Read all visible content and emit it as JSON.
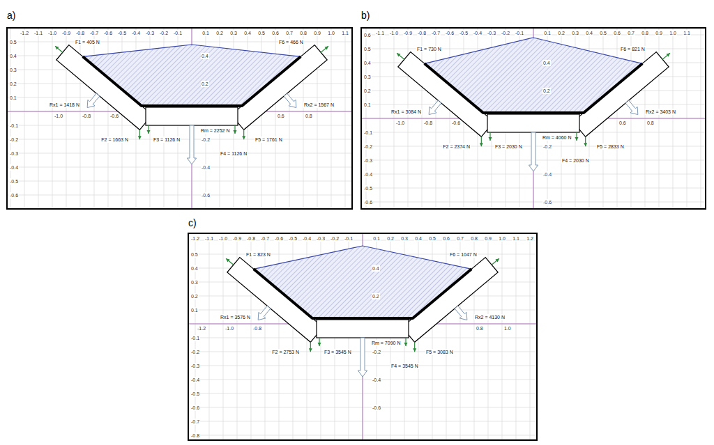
{
  "diagram": {
    "labels": [
      "a)",
      "b)",
      "c)",
      "F1 = 405 N",
      "F6 = 466 N",
      "Rx1 = 1418 N",
      "Rx2 = 1567 N",
      "F2 = 1663 N",
      "F5 = 1761 N",
      "F3 = 1126 N",
      "Rm = 2252 N",
      "F4 = 1126 N",
      "-1.2",
      "-1.1",
      "-1.0",
      "-0.9",
      "-0.8",
      "-0.7",
      "-0.6",
      "-0.5",
      "-0.4",
      "-0.3",
      "-0.2",
      "-0.1",
      "0.1",
      "0.2",
      "0.3",
      "0.4",
      "0.5",
      "0.6",
      "0.7",
      "0.8",
      "0.9",
      "1.0",
      "1.1",
      "0.5",
      "0.4",
      "0.3",
      "0.2",
      "0.1",
      "-0.1",
      "-0.2",
      "-0.3",
      "-0.4",
      "-0.5",
      "-0.6",
      "-1.0",
      "-0.8",
      "-0.6",
      "0.6",
      "0.8",
      "0.4",
      "0.2",
      "-0.2",
      "-0.4",
      "-0.6",
      "F1 = 730 N",
      "F6 = 821 N",
      "Rx1 = 3084 N",
      "Rx2 = 3403 N",
      "F2 = 2374 N",
      "F5 = 2833 N",
      "F3 = 2030 N",
      "Rm = 4060 N",
      "F4 = 2030 N",
      "-1.1",
      "-1.0",
      "-0.9",
      "-0.8",
      "-0.7",
      "-0.6",
      "-0.5",
      "-0.4",
      "-0.3",
      "-0.2",
      "-0.1",
      "0.1",
      "0.2",
      "0.3",
      "0.4",
      "0.5",
      "0.6",
      "0.7",
      "0.8",
      "0.9",
      "1.0",
      "1.1",
      "0.6",
      "0.5",
      "0.4",
      "0.3",
      "0.2",
      "0.1",
      "-0.1",
      "-0.2",
      "-0.3",
      "-0.4",
      "-0.5",
      "-0.6",
      "-1.0",
      "-0.8",
      "-0.6",
      "0.6",
      "0.8",
      "0.4",
      "0.2",
      "-0.2",
      "-0.4",
      "-0.6",
      "F1 = 823 N",
      "F6 = 1047 N",
      "Rx1 = 3576 N",
      "Rx2 = 4130 N",
      "F2 = 2753 N",
      "F5 = 3083 N",
      "F3 = 3545 N",
      "Rm = 7090 N",
      "F4 = 3545 N",
      "-1.2",
      "-1.1",
      "-1.0",
      "-0.9",
      "-0.8",
      "-0.7",
      "-0.6",
      "-0.5",
      "-0.4",
      "-0.3",
      "-0.2",
      "-0.1",
      "0.1",
      "0.2",
      "0.3",
      "0.4",
      "0.5",
      "0.6",
      "0.7",
      "0.8",
      "0.9",
      "1.0",
      "1.1",
      "1.2",
      "0.5",
      "0.4",
      "0.3",
      "0.2",
      "0.1",
      "-0.1",
      "-0.2",
      "-0.3",
      "-0.4",
      "-0.5",
      "-0.6",
      "-0.7",
      "-0.8",
      "-1.2",
      "-1.0",
      "-0.8",
      "0.8",
      "1.0",
      "0.4",
      "0.2",
      "-0.2",
      "-0.4",
      "-0.6"
    ]
  }
}
